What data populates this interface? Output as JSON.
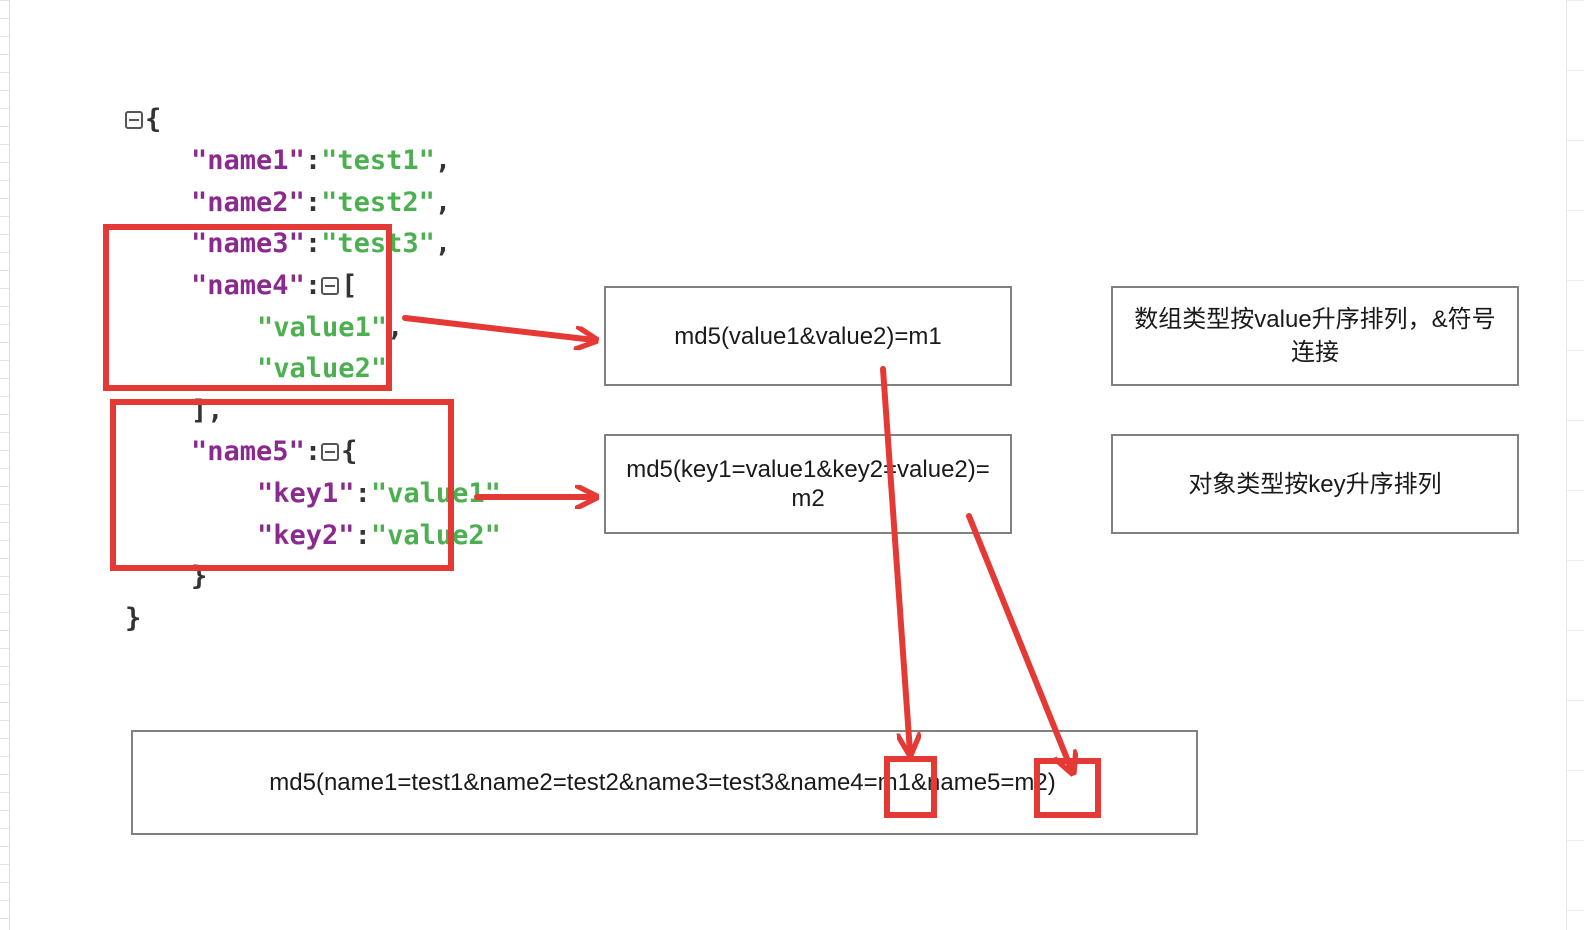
{
  "json_view": {
    "root_open": "{",
    "root_close": "}",
    "entries": [
      {
        "key": "\"name1\"",
        "value": "\"test1\"",
        "trail": ","
      },
      {
        "key": "\"name2\"",
        "value": "\"test2\"",
        "trail": ","
      },
      {
        "key": "\"name3\"",
        "value": "\"test3\"",
        "trail": ","
      }
    ],
    "name4": {
      "key": "\"name4\"",
      "open": "[",
      "items": [
        {
          "value": "\"value1\"",
          "trail": ","
        },
        {
          "value": "\"value2\"",
          "trail": ""
        }
      ],
      "close": "],"
    },
    "name5": {
      "key": "\"name5\"",
      "open": "{",
      "items": [
        {
          "key": "\"key1\"",
          "value": "\"value1\""
        },
        {
          "key": "\"key2\"",
          "value": "\"value2\""
        }
      ],
      "close": "}"
    },
    "colon": ":"
  },
  "boxes": {
    "md5_array": "md5(value1&value2)=m1",
    "md5_object": "md5(key1=value1&key2=value2)=\nm2",
    "note_array": "数组类型按value升序排列，&符号\n连接",
    "note_object": "对象类型按key升序排列",
    "md5_final": "md5(name1=test1&name2=test2&name3=test3&name4=m1&name5=m2)"
  },
  "colors": {
    "highlight": "#e53935",
    "key": "#8b2a8e",
    "string": "#4caf50",
    "box_border": "#808080"
  },
  "icons": [
    "collapse-toggle-icon",
    "arrow-icon"
  ]
}
